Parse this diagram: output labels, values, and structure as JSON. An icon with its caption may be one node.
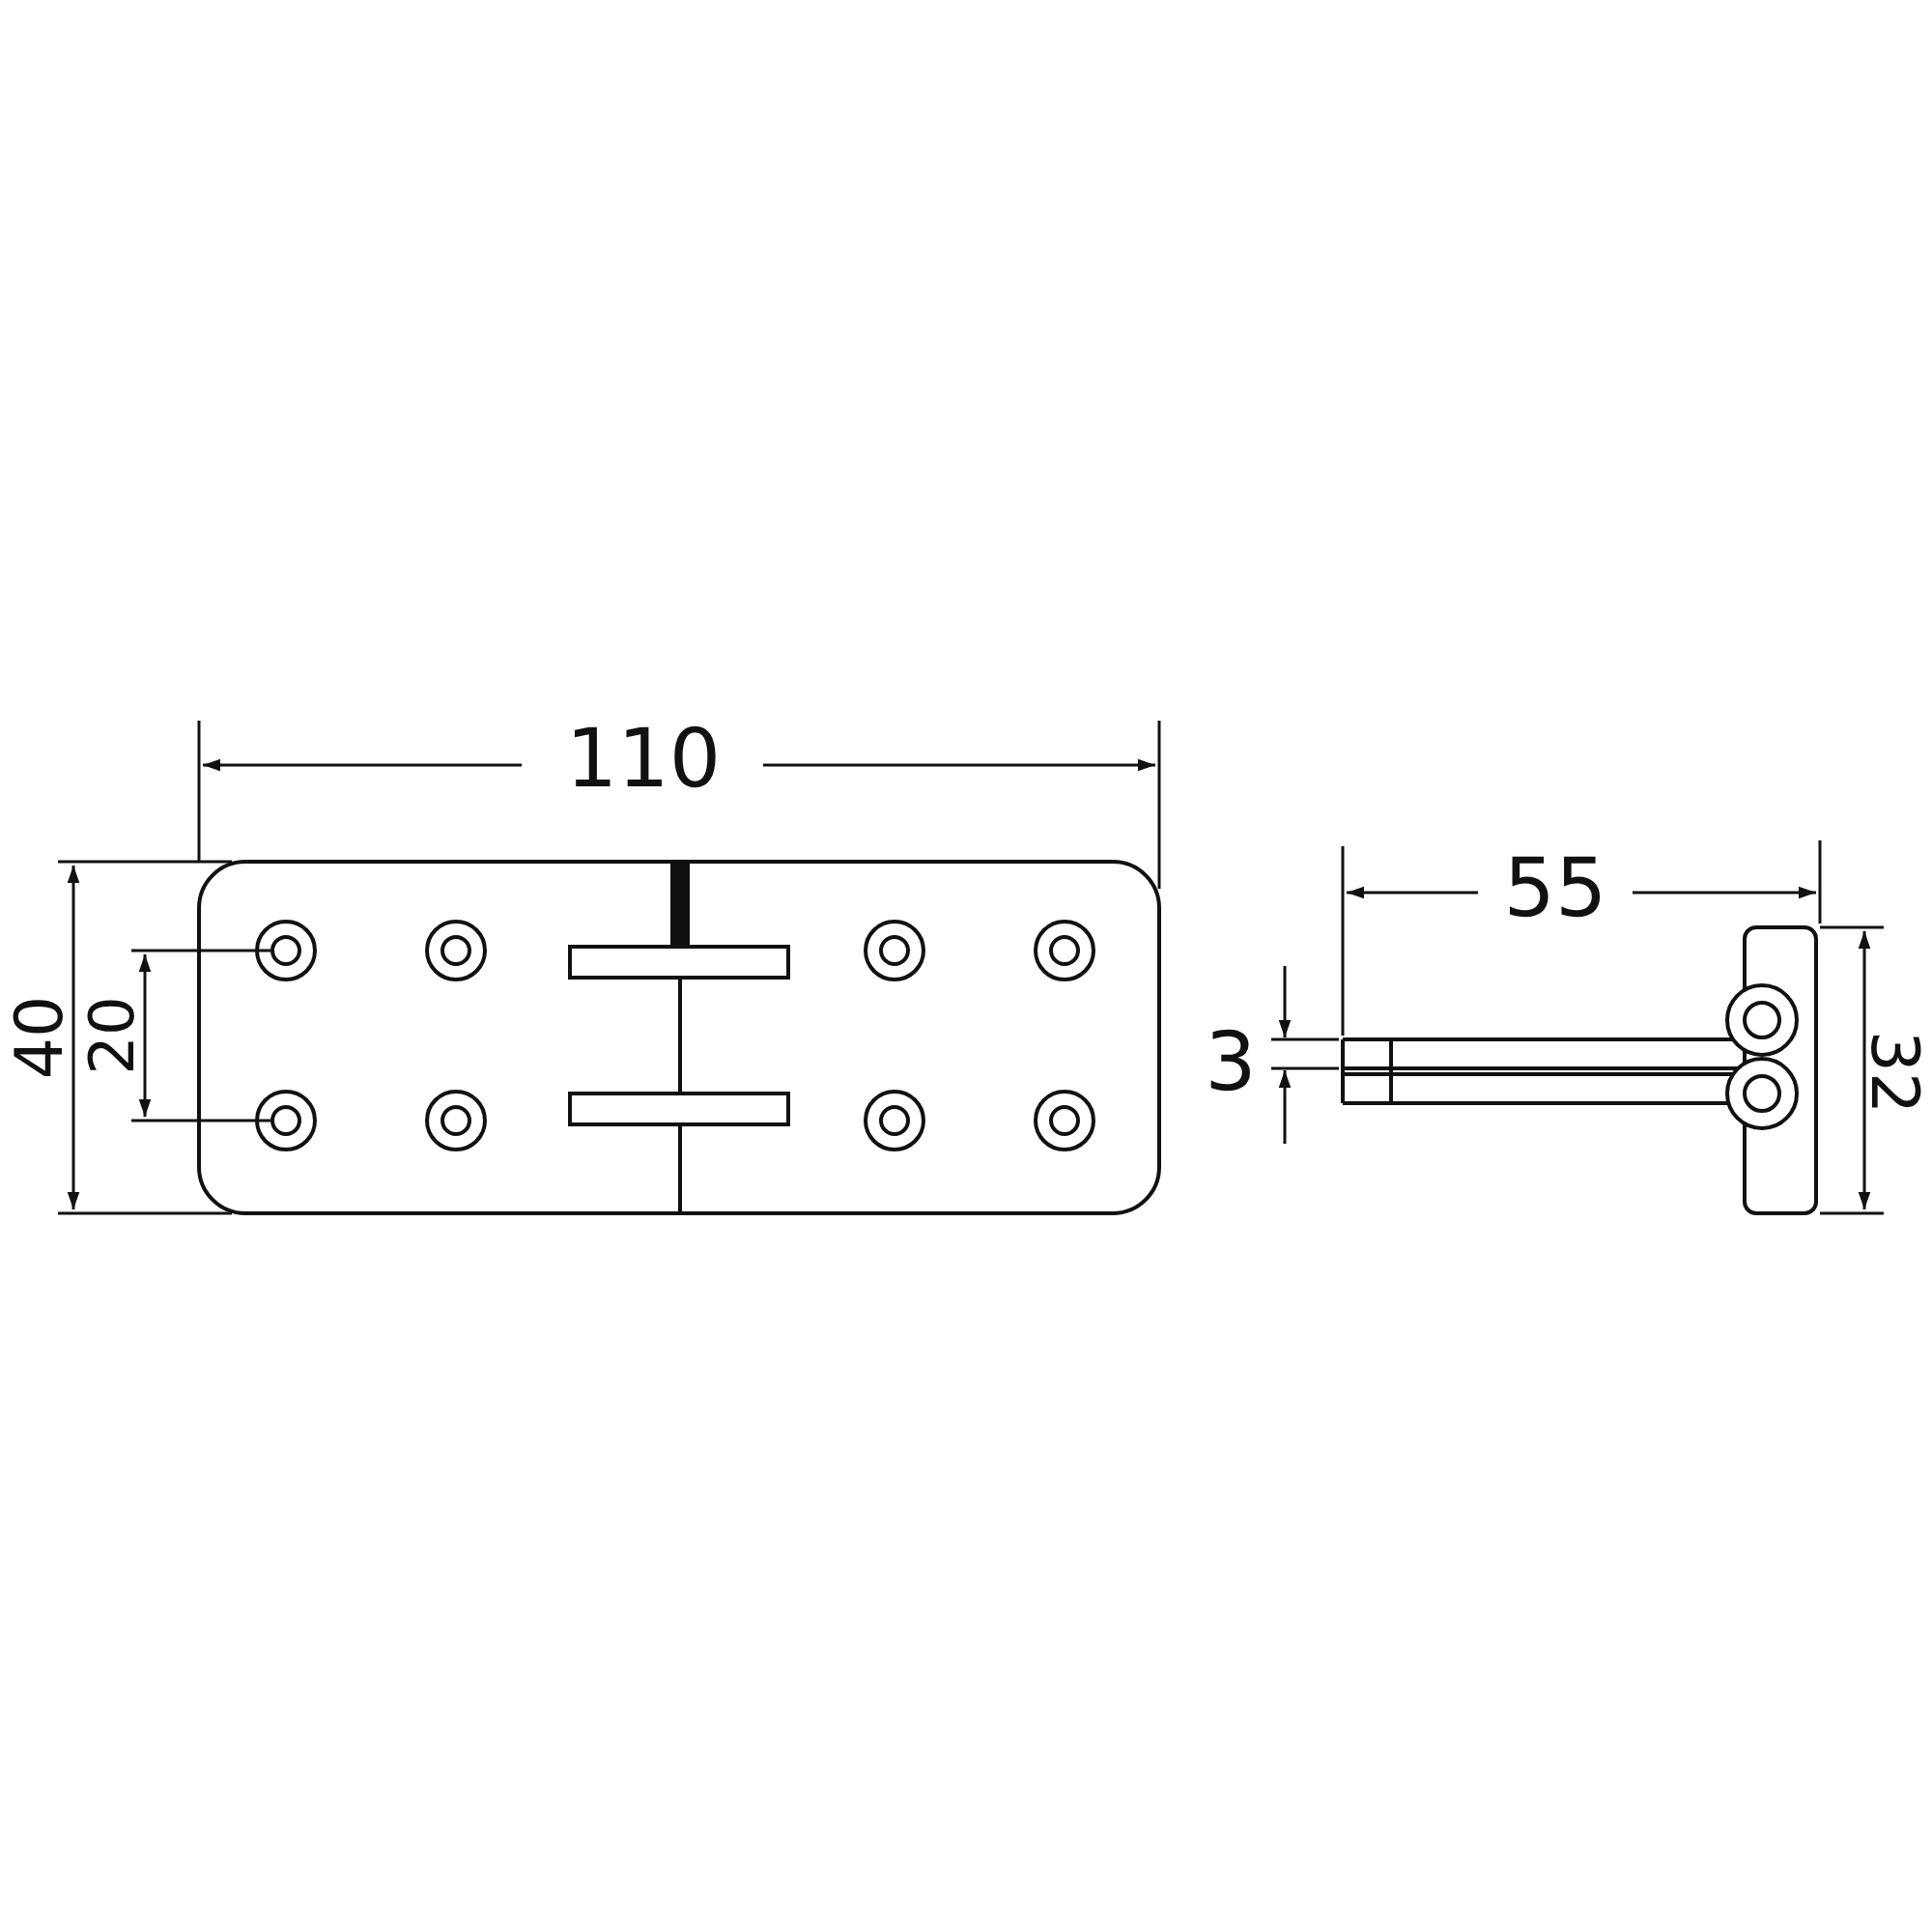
{
  "diagram": {
    "labels": [
      "110",
      "40",
      "20",
      "55",
      "3",
      "32"
    ]
  }
}
